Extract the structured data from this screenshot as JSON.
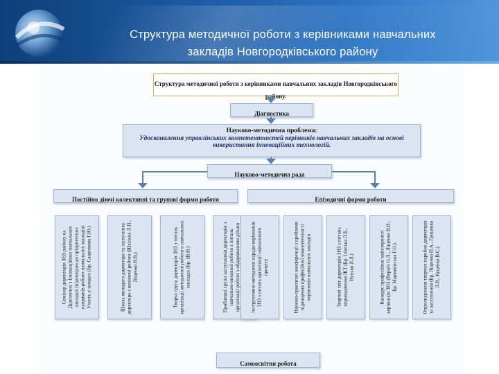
{
  "header": {
    "title_line1": "Структура методичної  роботи з керівниками навчальних",
    "title_line2": "закладів Новгородківського району"
  },
  "diagram": {
    "top_title": "Структура методичної роботи з керівниками навчальних закладів Новгородківського району.",
    "diagnostics": "Діагностика",
    "problem_title": "Науково-методична проблема:",
    "problem_text": "Удосконалення управлінських компетентностей керівників навчальних закладів на основі використання інноваційних технологій.",
    "council": "Науково-методична рада",
    "left_branch": "Постійно діючі колективні та групові форми роботи",
    "right_branch": "Епізодичні форми роботи",
    "left_columns": [
      "Семінар директорів ЗНЗ району на Дцигичних з Інноваційних навчальних закладах (відповідно до пріоритетних напрямків роботи навчальних закладів) Участь у заходах (Бр. Сащенкова Г.Ю.)",
      "Школа молодого директора та заступника директора з виховної роботи (Шкільна Л.П., Ліщенко В.В.)",
      "Творча група директорів ЗНЗ з питань організації методичної роботи в навчальних закладах (Бр. Ш.Н.)",
      "Проблемні групи заступників директорів з навчально-виховної роботи з питань організації роботи з обдарованими дітьми (Бр. Пасенко Г.І., Іл., П.М.)"
    ],
    "right_columns": [
      "Інструктивно-методичні наради керівників ЗНЗ з питань організації навчального процесу",
      "Науково-практичні конференції з проблеми підвищення професійної компетентності керівників навчальних закладів",
      "Творчий звіт директорів ЗНЗ з питань впровадження ІКТ (Бр. Ілівська Л.Б., Вунько Л.Л.)",
      "Конкурс професійної майстерності керівників ЗНЗ (Верніч О.Л., Ліщенко В.В., Бр. Марковінська Г.О.)",
      "Оприлюднення творчих наробок директорів та заступників (Бр. Ліщенко П.А., Гриценко Л.В., Куценко В.Є.)"
    ],
    "self_education": "Самоосвітня робота"
  }
}
